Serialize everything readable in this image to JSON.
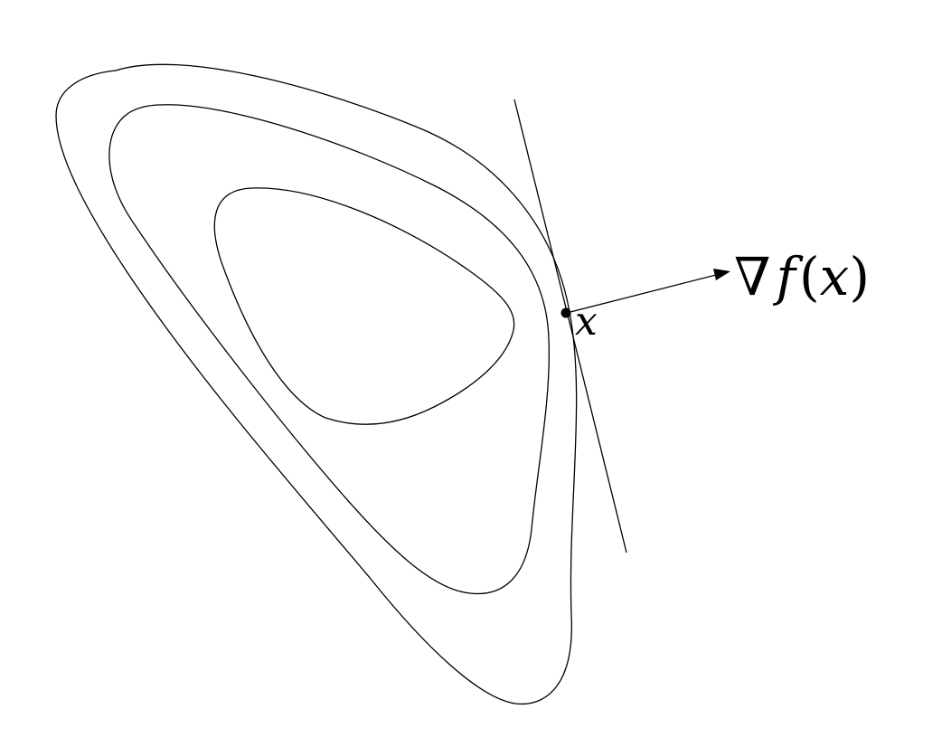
{
  "diagram": {
    "point_label": "x",
    "gradient_label": "∇f(x)",
    "gradient_label_parts": {
      "nabla": "∇",
      "func": "f",
      "open_paren": "(",
      "arg": "x",
      "close_paren": ")"
    },
    "contour_count": 3,
    "stroke_color": "#000000",
    "background_color": "#ffffff"
  }
}
